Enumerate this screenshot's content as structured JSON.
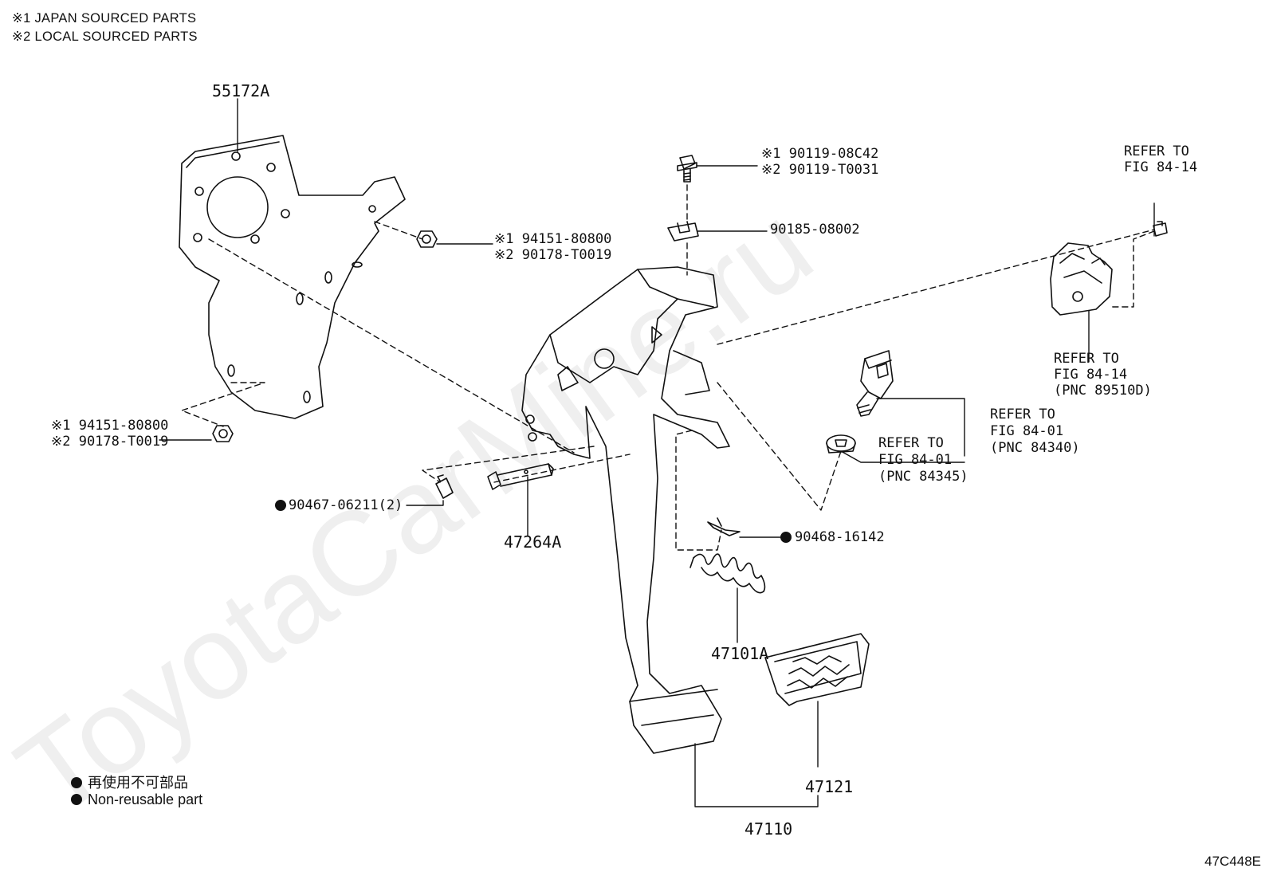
{
  "header": {
    "note1": "※1 JAPAN SOURCED PARTS",
    "note2": "※2 LOCAL SOURCED PARTS"
  },
  "watermark": "ToyotaCarMine.ru",
  "labels": {
    "p55172a": "55172A",
    "bolt_top_1": "※1 90119-08C42",
    "bolt_top_2": "※2 90119-T0031",
    "nut_clip": "90185-08002",
    "nut_upper_1": "※1 94151-80800",
    "nut_upper_2": "※2 90178-T0019",
    "nut_lower_1": "※1 94151-80800",
    "nut_lower_2": "※2 90178-T0019",
    "bushing": "90467-06211(2)",
    "pin": "47264A",
    "clip": "90468-16142",
    "spring": "47101A",
    "pad": "47121",
    "pedal": "47110",
    "ref_top_1": "REFER TO",
    "ref_top_2": "FIG 84-14",
    "ref_sensor_1": "REFER TO",
    "ref_sensor_2": "FIG 84-14",
    "ref_sensor_3": "(PNC 89510D)",
    "ref_switch_1": "REFER TO",
    "ref_switch_2": "FIG 84-01",
    "ref_switch_3": "(PNC 84340)",
    "ref_cushion_1": "REFER TO",
    "ref_cushion_2": "FIG 84-01",
    "ref_cushion_3": "(PNC 84345)"
  },
  "legend": {
    "jp": "再使用不可部品",
    "en": "Non-reusable part"
  },
  "figure_code": "47C448E"
}
